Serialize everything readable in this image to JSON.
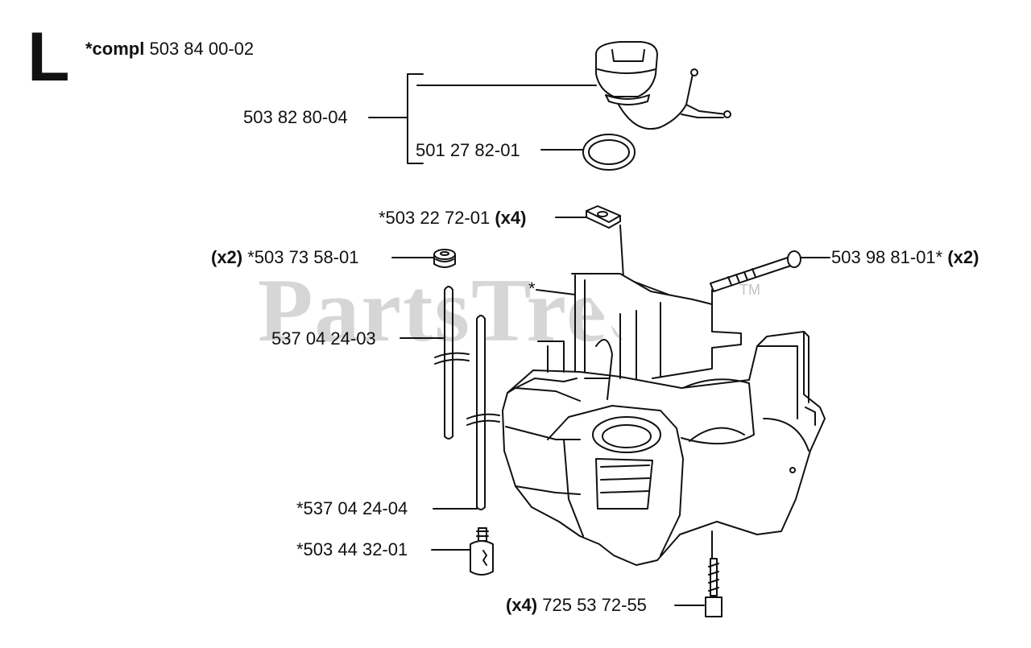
{
  "section_letter": "L",
  "kit": {
    "prefix": "*compl",
    "number": "503 84 00-02"
  },
  "labels": {
    "fuel_cap_assembly": "503 82 80-04",
    "o_ring": "501 27 82-01",
    "damper_qty": "(x4)",
    "damper": "*503 22 72-01",
    "grommet_qty": "(x2)",
    "grommet": "*503 73 58-01",
    "screw_top": "503 98 81-01*",
    "screw_top_qty": "(x2)",
    "tank_marker": "*",
    "fuel_hose": "537 04 24-03",
    "fuel_hose_2": "*537 04 24-04",
    "fuel_filter": "*503 44 32-01",
    "screw_bottom_qty": "(x4)",
    "screw_bottom": "725 53 72-55"
  },
  "watermark": {
    "text": "PartsTree",
    "tm": "TM"
  }
}
